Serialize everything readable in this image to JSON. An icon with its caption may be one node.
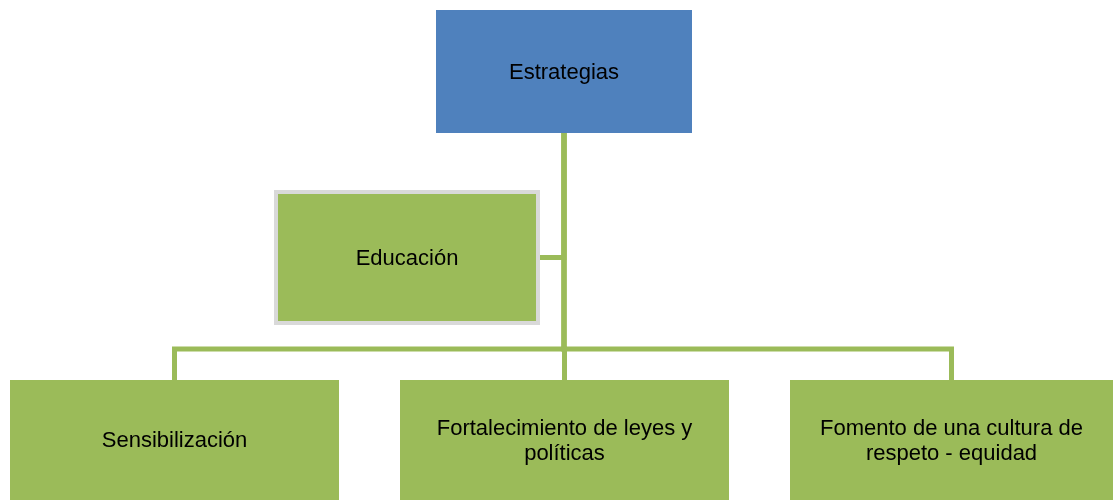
{
  "diagram": {
    "nodes": [
      {
        "text": [
          "Estrategias"
        ]
      },
      {
        "text": [
          "Educación"
        ]
      },
      {
        "text": [
          "Sensibilización"
        ]
      },
      {
        "text": [
          "Fortalecimiento de leyes y políticas"
        ]
      },
      {
        "text": [
          "Fomento de una cultura de respeto - equidad"
        ]
      }
    ],
    "edges": [
      {
        "from": 0,
        "to": 1,
        "arrow": "none"
      },
      {
        "from": 0,
        "to": 2,
        "arrow": "none"
      },
      {
        "from": 0,
        "to": 3,
        "arrow": "none"
      },
      {
        "from": 0,
        "to": 4,
        "arrow": "none"
      }
    ]
  }
}
